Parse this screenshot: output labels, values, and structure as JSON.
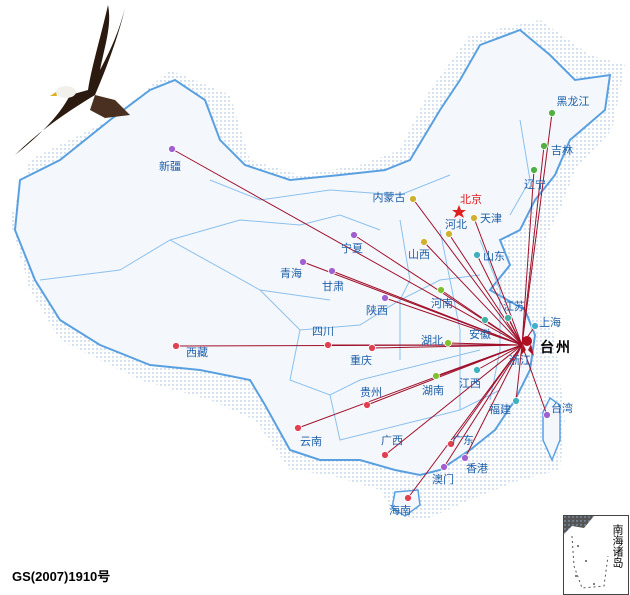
{
  "map": {
    "hub": {
      "name": "台州",
      "color": "#b01020"
    },
    "line_color": "#a0102a",
    "approval_code": "GS(2007)1910号",
    "inset_label": "南海诸岛",
    "capital": {
      "name": "北京",
      "color": "#e02020"
    },
    "provinces": [
      {
        "name": "新疆",
        "color": "#a060d0"
      },
      {
        "name": "西藏",
        "color": "#e04050"
      },
      {
        "name": "青海",
        "color": "#a060d0"
      },
      {
        "name": "甘肃",
        "color": "#a060d0"
      },
      {
        "name": "宁夏",
        "color": "#a060d0"
      },
      {
        "name": "内蒙古",
        "color": "#d0b030"
      },
      {
        "name": "天津",
        "color": "#d0b030"
      },
      {
        "name": "河北",
        "color": "#d0b030"
      },
      {
        "name": "山西",
        "color": "#d0b030"
      },
      {
        "name": "山东",
        "color": "#40b0c0"
      },
      {
        "name": "河南",
        "color": "#80c030"
      },
      {
        "name": "陕西",
        "color": "#a060d0"
      },
      {
        "name": "江苏",
        "color": "#40b0a0"
      },
      {
        "name": "安徽",
        "color": "#40b0a0"
      },
      {
        "name": "上海",
        "color": "#40b0d0"
      },
      {
        "name": "湖北",
        "color": "#80c030"
      },
      {
        "name": "四川",
        "color": "#e04050"
      },
      {
        "name": "重庆",
        "color": "#e04050"
      },
      {
        "name": "湖南",
        "color": "#80c030"
      },
      {
        "name": "江西",
        "color": "#40b0c0"
      },
      {
        "name": "贵州",
        "color": "#e04050"
      },
      {
        "name": "云南",
        "color": "#e04050"
      },
      {
        "name": "广西",
        "color": "#e04050"
      },
      {
        "name": "广东",
        "color": "#e04050"
      },
      {
        "name": "福建",
        "color": "#40b0c0"
      },
      {
        "name": "台湾",
        "color": "#a060d0"
      },
      {
        "name": "香港",
        "color": "#a060d0"
      },
      {
        "name": "澳门",
        "color": "#a060d0"
      },
      {
        "name": "海南",
        "color": "#e04050"
      },
      {
        "name": "辽宁",
        "color": "#50b040"
      },
      {
        "name": "吉林",
        "color": "#50b040"
      },
      {
        "name": "黑龙江",
        "color": "#50b040"
      }
    ],
    "other_labels": [
      "浙江"
    ]
  }
}
